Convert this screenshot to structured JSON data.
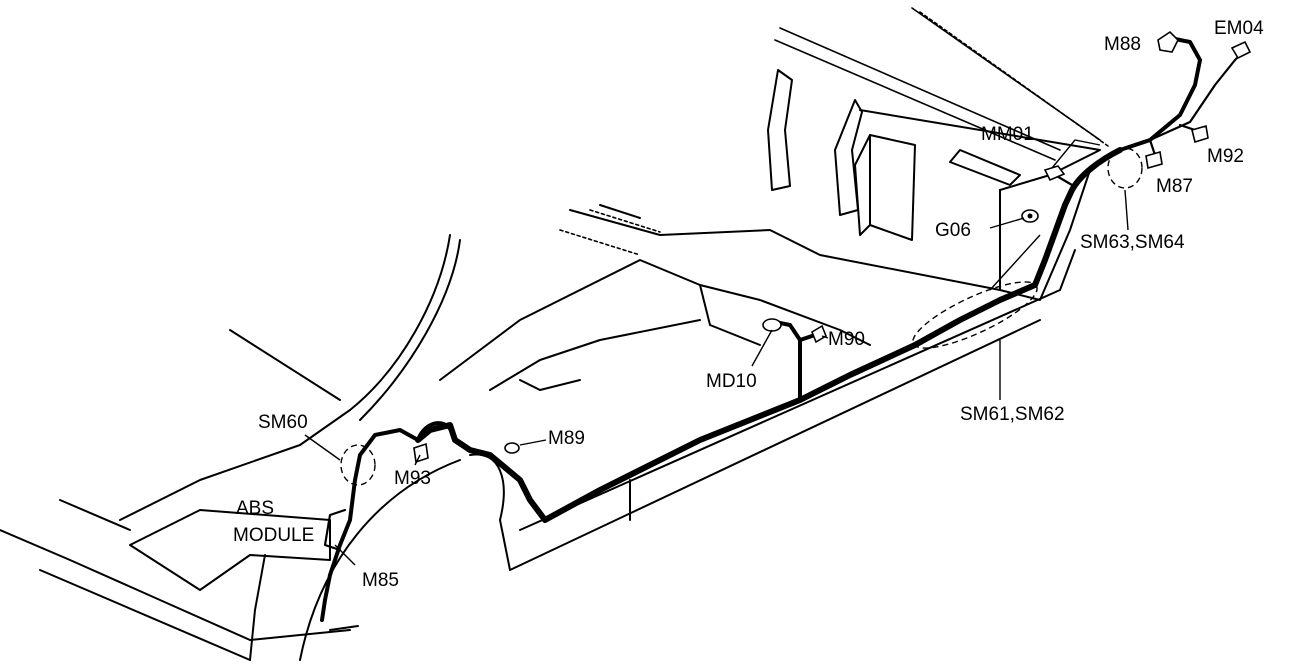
{
  "labels": {
    "m88": "M88",
    "em04": "EM04",
    "m92": "M92",
    "mm01": "MM01",
    "m87": "M87",
    "g06": "G06",
    "sm63_sm64": "SM63,SM64",
    "m90": "M90",
    "md10": "MD10",
    "sm61_sm62": "SM61,SM62",
    "sm60": "SM60",
    "m89": "M89",
    "m93": "M93",
    "abs_line1": "ABS",
    "abs_line2": "MODULE",
    "m85": "M85"
  }
}
